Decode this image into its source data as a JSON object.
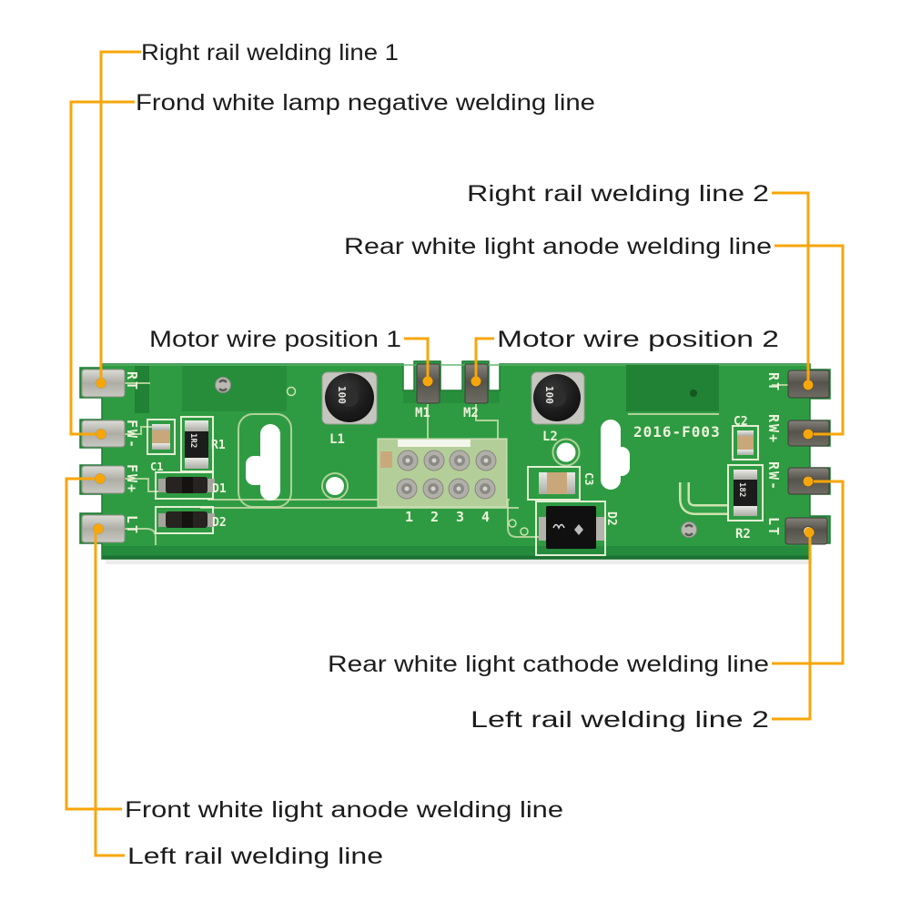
{
  "colors": {
    "background": "#ffffff",
    "leader_line": "#F7A60A",
    "label_text": "#1c1c1c",
    "pcb_green": "#2E9B43",
    "pcb_dark_green": "#1F7C33",
    "silkscreen": "#EDF3DB",
    "pad_silver": "#C2C2BE",
    "pad_dark": "#6B6A63"
  },
  "annotations": {
    "right_rail_1": "Right rail welding line 1",
    "front_lamp_negative": "Frond white lamp negative welding line",
    "right_rail_2": "Right rail welding line 2",
    "rear_anode": "Rear white light anode welding line",
    "motor_1": "Motor wire position 1",
    "motor_2": "Motor wire position 2",
    "rear_cathode": "Rear white light cathode welding line",
    "left_rail_2": "Left rail welding line 2",
    "front_anode": "Front white light anode welding line",
    "left_rail": "Left rail welding line"
  },
  "board": {
    "id_marking": "2016-F003",
    "left_pads": [
      "RT",
      "FW-",
      "FW+",
      "LT"
    ],
    "right_pads": [
      "RT",
      "RW+",
      "RW-",
      "LT"
    ],
    "motor_pads": [
      "M1",
      "M2"
    ],
    "inductors": [
      "L1",
      "L2"
    ],
    "inductor_marking": "100",
    "connector_pins": [
      "1",
      "2",
      "3",
      "4"
    ],
    "components": {
      "c1": "C1",
      "r1": "R1",
      "d1": "D1",
      "d2": "D2",
      "c2": "C2",
      "r2": "R2",
      "c3": "C3",
      "d2_big": "D2",
      "r1_marking": "1R2",
      "r2_marking": "182"
    }
  }
}
